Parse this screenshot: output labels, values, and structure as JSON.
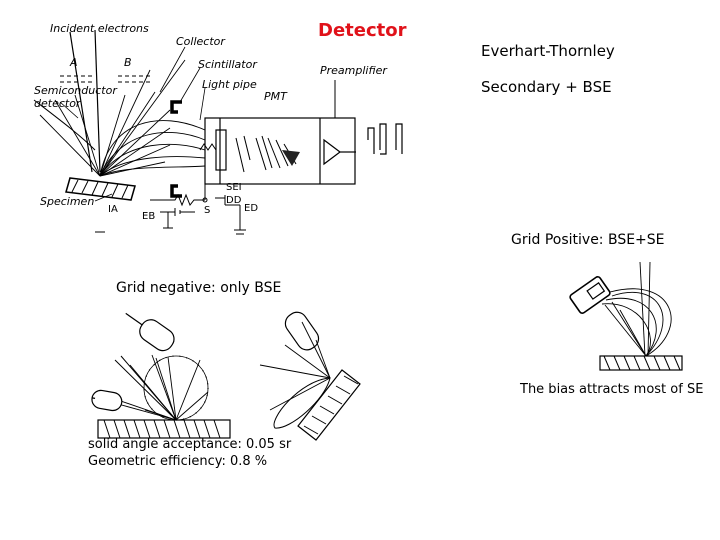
{
  "title": "Detector",
  "detector_type": "Everhart-Thornley",
  "signal": "Secondary + BSE",
  "grid_positive": "Grid Positive: BSE+SE",
  "grid_negative": "Grid negative: only BSE",
  "bias_note": "The bias attracts most of SE",
  "solid_angle": "solid angle acceptance: 0.05 sr",
  "efficiency": "Geometric efficiency: 0.8 %",
  "schematic_labels": {
    "incident": "Incident electrons",
    "a": "A",
    "b": "B",
    "collector": "Collector",
    "scintillator": "Scintillator",
    "light_pipe": "Light pipe",
    "pmt": "PMT",
    "preamplifier": "Preamplifier",
    "semiconductor": "Semiconductor detector",
    "specimen": "Specimen",
    "sei": "SEI",
    "dd": "DD",
    "s": "S",
    "eb": "EB",
    "ed": "ED",
    "ia": "IA"
  }
}
